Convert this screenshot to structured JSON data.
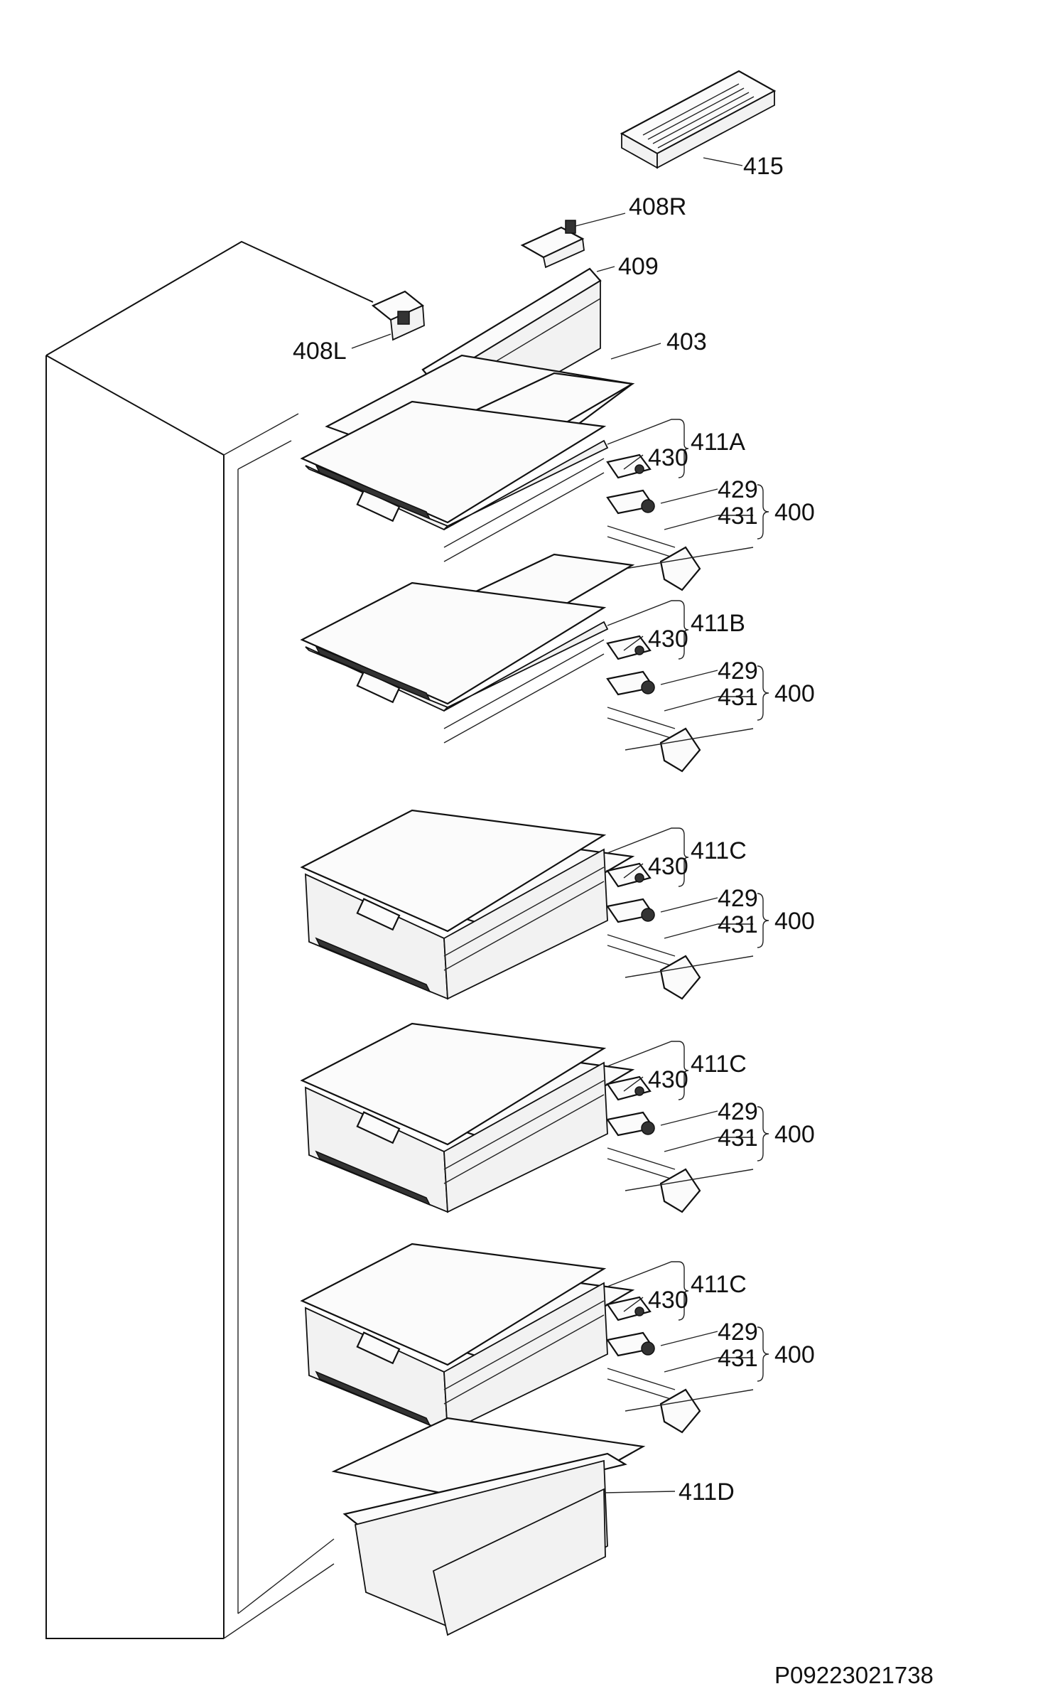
{
  "labels": {
    "l415": "415",
    "l408R": "408R",
    "l409": "409",
    "l408L": "408L",
    "l403": "403",
    "drawers": [
      {
        "group": "411A",
        "slide": "430",
        "roller": "429",
        "guide": "431",
        "assembly": "400"
      },
      {
        "group": "411B",
        "slide": "430",
        "roller": "429",
        "guide": "431",
        "assembly": "400"
      },
      {
        "group": "411C",
        "slide": "430",
        "roller": "429",
        "guide": "431",
        "assembly": "400"
      },
      {
        "group": "411C",
        "slide": "430",
        "roller": "429",
        "guide": "431",
        "assembly": "400"
      },
      {
        "group": "411C",
        "slide": "430",
        "roller": "429",
        "guide": "431",
        "assembly": "400"
      }
    ],
    "l411D": "411D"
  },
  "drawing_code": "P09223021738"
}
